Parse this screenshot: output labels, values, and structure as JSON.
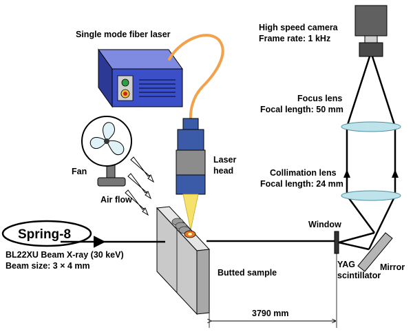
{
  "labels": {
    "laser_source": "Single mode fiber laser",
    "camera_line1": "High speed camera",
    "camera_line2": "Frame rate: 1 kHz",
    "focus_line1": "Focus lens",
    "focus_line2": "Focal length: 50 mm",
    "collimation_line1": "Collimation lens",
    "collimation_line2": "Focal length: 24 mm",
    "laser_head_line1": "Laser",
    "laser_head_line2": "head",
    "fan": "Fan",
    "air_flow": "Air flow",
    "spring8": "Spring-8",
    "beam_line1": "BL22XU Beam X-ray (30 keV)",
    "beam_line2": "Beam size: 3 × 4 mm",
    "window": "Window",
    "mirror": "Mirror",
    "yag_line1": "YAG",
    "yag_line2": "scintillator",
    "butted_sample": "Butted sample",
    "distance": "3790 mm"
  },
  "colors": {
    "laser_box": "#3b4fc8",
    "laser_box_top": "#7f8be0",
    "fiber": "#f2a24a",
    "laser_head": "#3b5ba8",
    "laser_head_gray": "#8c8c8c",
    "beam_cone": "#f5e26a",
    "lens": "#bfe3ea",
    "sample": "#c9c9c9",
    "melt_pool": "#e8761c",
    "camera": "#606060",
    "mirror": "#b5b5b5"
  },
  "icons": [
    "fan-icon",
    "laser-source-icon",
    "camera-icon",
    "laser-head-icon",
    "mirror-icon"
  ]
}
